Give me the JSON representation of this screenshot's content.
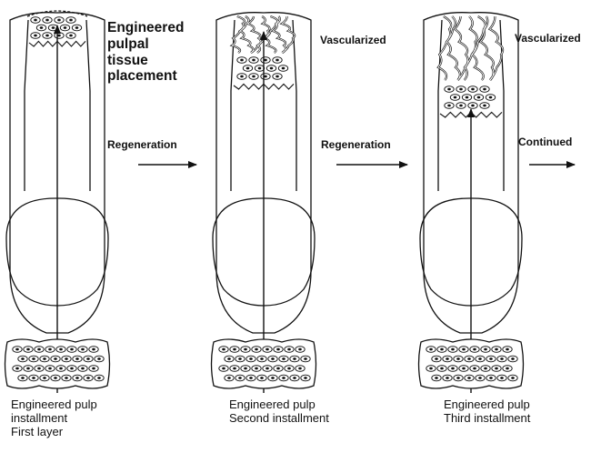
{
  "panels": [
    {
      "top_label": [
        "Engineered",
        "pulpal",
        "tissue",
        "placement"
      ],
      "bottom_label": [
        "Engineered pulp",
        "installment",
        "First layer"
      ]
    },
    {
      "top_label": [
        "Vascularized"
      ],
      "bottom_label": [
        "Engineered pulp",
        "Second installment"
      ]
    },
    {
      "top_label": [
        "Vascularized"
      ],
      "bottom_label": [
        "Engineered pulp",
        "Third installment"
      ]
    }
  ],
  "arrows": [
    "Regeneration",
    "Regeneration",
    "Continued"
  ]
}
